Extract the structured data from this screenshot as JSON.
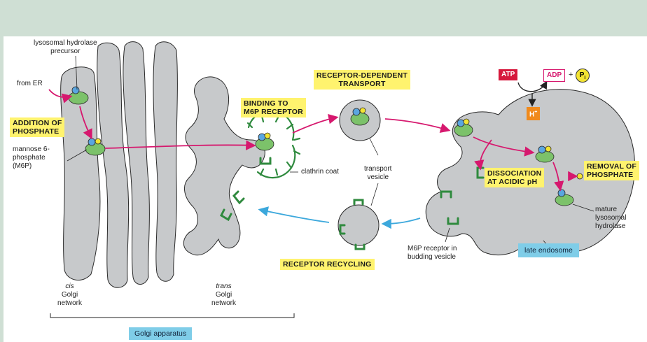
{
  "labels": {
    "hydrolase_precursor": "lysosomal hydrolase\nprecursor",
    "from_er": "from ER",
    "addition_of_phosphate": "ADDITION OF\nPHOSPHATE",
    "m6p": "mannose 6-\nphosphate\n(M6P)",
    "binding_to_receptor": "BINDING TO\nM6P RECEPTOR",
    "receptor_dependent_transport": "RECEPTOR-DEPENDENT\nTRANSPORT",
    "clathrin_coat": "clathrin coat",
    "transport_vesicle": "transport\nvesicle",
    "atp": "ATP",
    "adp": "ADP",
    "plus": "+",
    "pi": "P",
    "pi_sub": "i",
    "h_plus": "H",
    "h_plus_sup": "+",
    "dissociation": "DISSOCIATION\nAT ACIDIC pH",
    "removal_of_phosphate": "REMOVAL OF\nPHOSPHATE",
    "mature_hydrolase": "mature\nlysosomal\nhydrolase",
    "late_endosome": "late endosome",
    "m6p_budding": "M6P receptor in\nbudding vesicle",
    "receptor_recycling": "RECEPTOR RECYCLING",
    "cis_word": "cis",
    "cis_rest": "Golgi\nnetwork",
    "trans_word": "trans",
    "trans_rest": "Golgi\nnetwork",
    "golgi_apparatus": "Golgi apparatus"
  },
  "colors": {
    "background": "#cfdfd4",
    "membrane": "#c7c9cb",
    "membrane_stroke": "#2a2a2a",
    "receptor": "#2f8a3e",
    "hydrolase": "#7cc26a",
    "mannose": "#5aa6e0",
    "phosphate": "#f3e433",
    "path_arrow": "#d6186e",
    "recycle_arrow": "#3ca8dc",
    "callout_yellow": "#fff36e",
    "callout_blue": "#7fcde8",
    "atp_red": "#d6183c",
    "h_orange": "#f08a1c"
  }
}
